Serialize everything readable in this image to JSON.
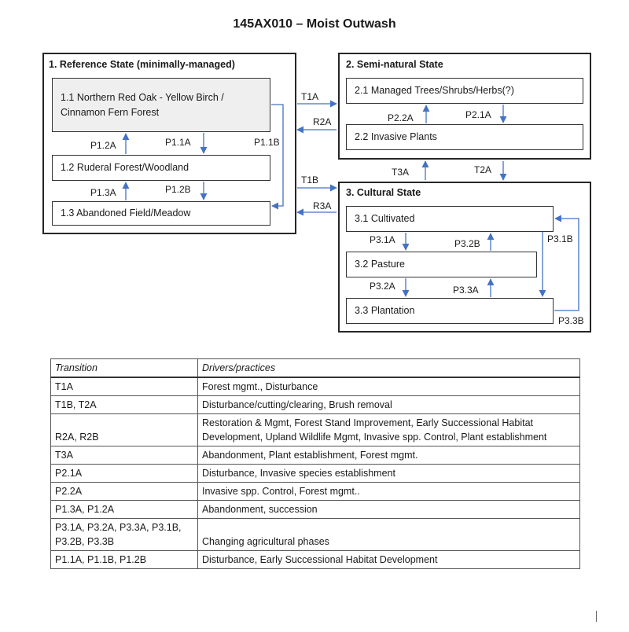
{
  "title": "145AX010 – Moist Outwash",
  "states": {
    "reference": {
      "title": "1.  Reference State (minimally-managed)",
      "phase_1_1": "1.1 Northern Red Oak - Yellow Birch / Cinnamon Fern Forest",
      "phase_1_2": "1.2 Ruderal Forest/Woodland",
      "phase_1_3": "1.3 Abandoned Field/Meadow"
    },
    "seminatural": {
      "title": "2.  Semi-natural State",
      "phase_2_1": "2.1 Managed Trees/Shrubs/Herbs(?)",
      "phase_2_2": "2.2 Invasive Plants"
    },
    "cultural": {
      "title": "3.  Cultural State",
      "phase_3_1": "3.1 Cultivated",
      "phase_3_2": "3.2 Pasture",
      "phase_3_3": "3.3 Plantation"
    }
  },
  "labels": {
    "P1_2A": "P1.2A",
    "P1_1A": "P1.1A",
    "P1_1B": "P1.1B",
    "P1_3A": "P1.3A",
    "P1_2B": "P1.2B",
    "T1A": "T1A",
    "R2A": "R2A",
    "T1B": "T1B",
    "R3A": "R3A",
    "T3A": "T3A",
    "T2A": "T2A",
    "P2_2A": "P2.2A",
    "P2_1A": "P2.1A",
    "P3_1A": "P3.1A",
    "P3_2B": "P3.2B",
    "P3_1B": "P3.1B",
    "P3_2A": "P3.2A",
    "P3_3A": "P3.3A",
    "P3_3B": "P3.3B"
  },
  "colors": {
    "arrow": "#4472c4",
    "border": "#262626",
    "grey_fill": "#efefef"
  },
  "table": {
    "headers": [
      "Transition",
      "Drivers/practices"
    ],
    "rows": [
      [
        "T1A",
        "Forest mgmt., Disturbance"
      ],
      [
        "T1B, T2A",
        "Disturbance/cutting/clearing,  Brush removal"
      ],
      [
        "R2A, R2B",
        "Restoration & Mgmt, Forest Stand Improvement, Early Successional Habitat Development, Upland Wildlife Mgmt, Invasive spp. Control, Plant establishment"
      ],
      [
        "T3A",
        "Abandonment,  Plant establishment,  Forest mgmt."
      ],
      [
        "P2.1A",
        "Disturbance, Invasive species establishment"
      ],
      [
        "P2.2A",
        "Invasive spp. Control, Forest mgmt.."
      ],
      [
        "P1.3A, P1.2A",
        "Abandonment,  succession"
      ],
      [
        "P3.1A, P3.2A, P3.3A, P3.1B, P3.2B, P3.3B",
        "Changing agricultural phases"
      ],
      [
        "P1.1A, P1.1B, P1.2B",
        "Disturbance, Early Successional Habitat Development"
      ]
    ]
  }
}
